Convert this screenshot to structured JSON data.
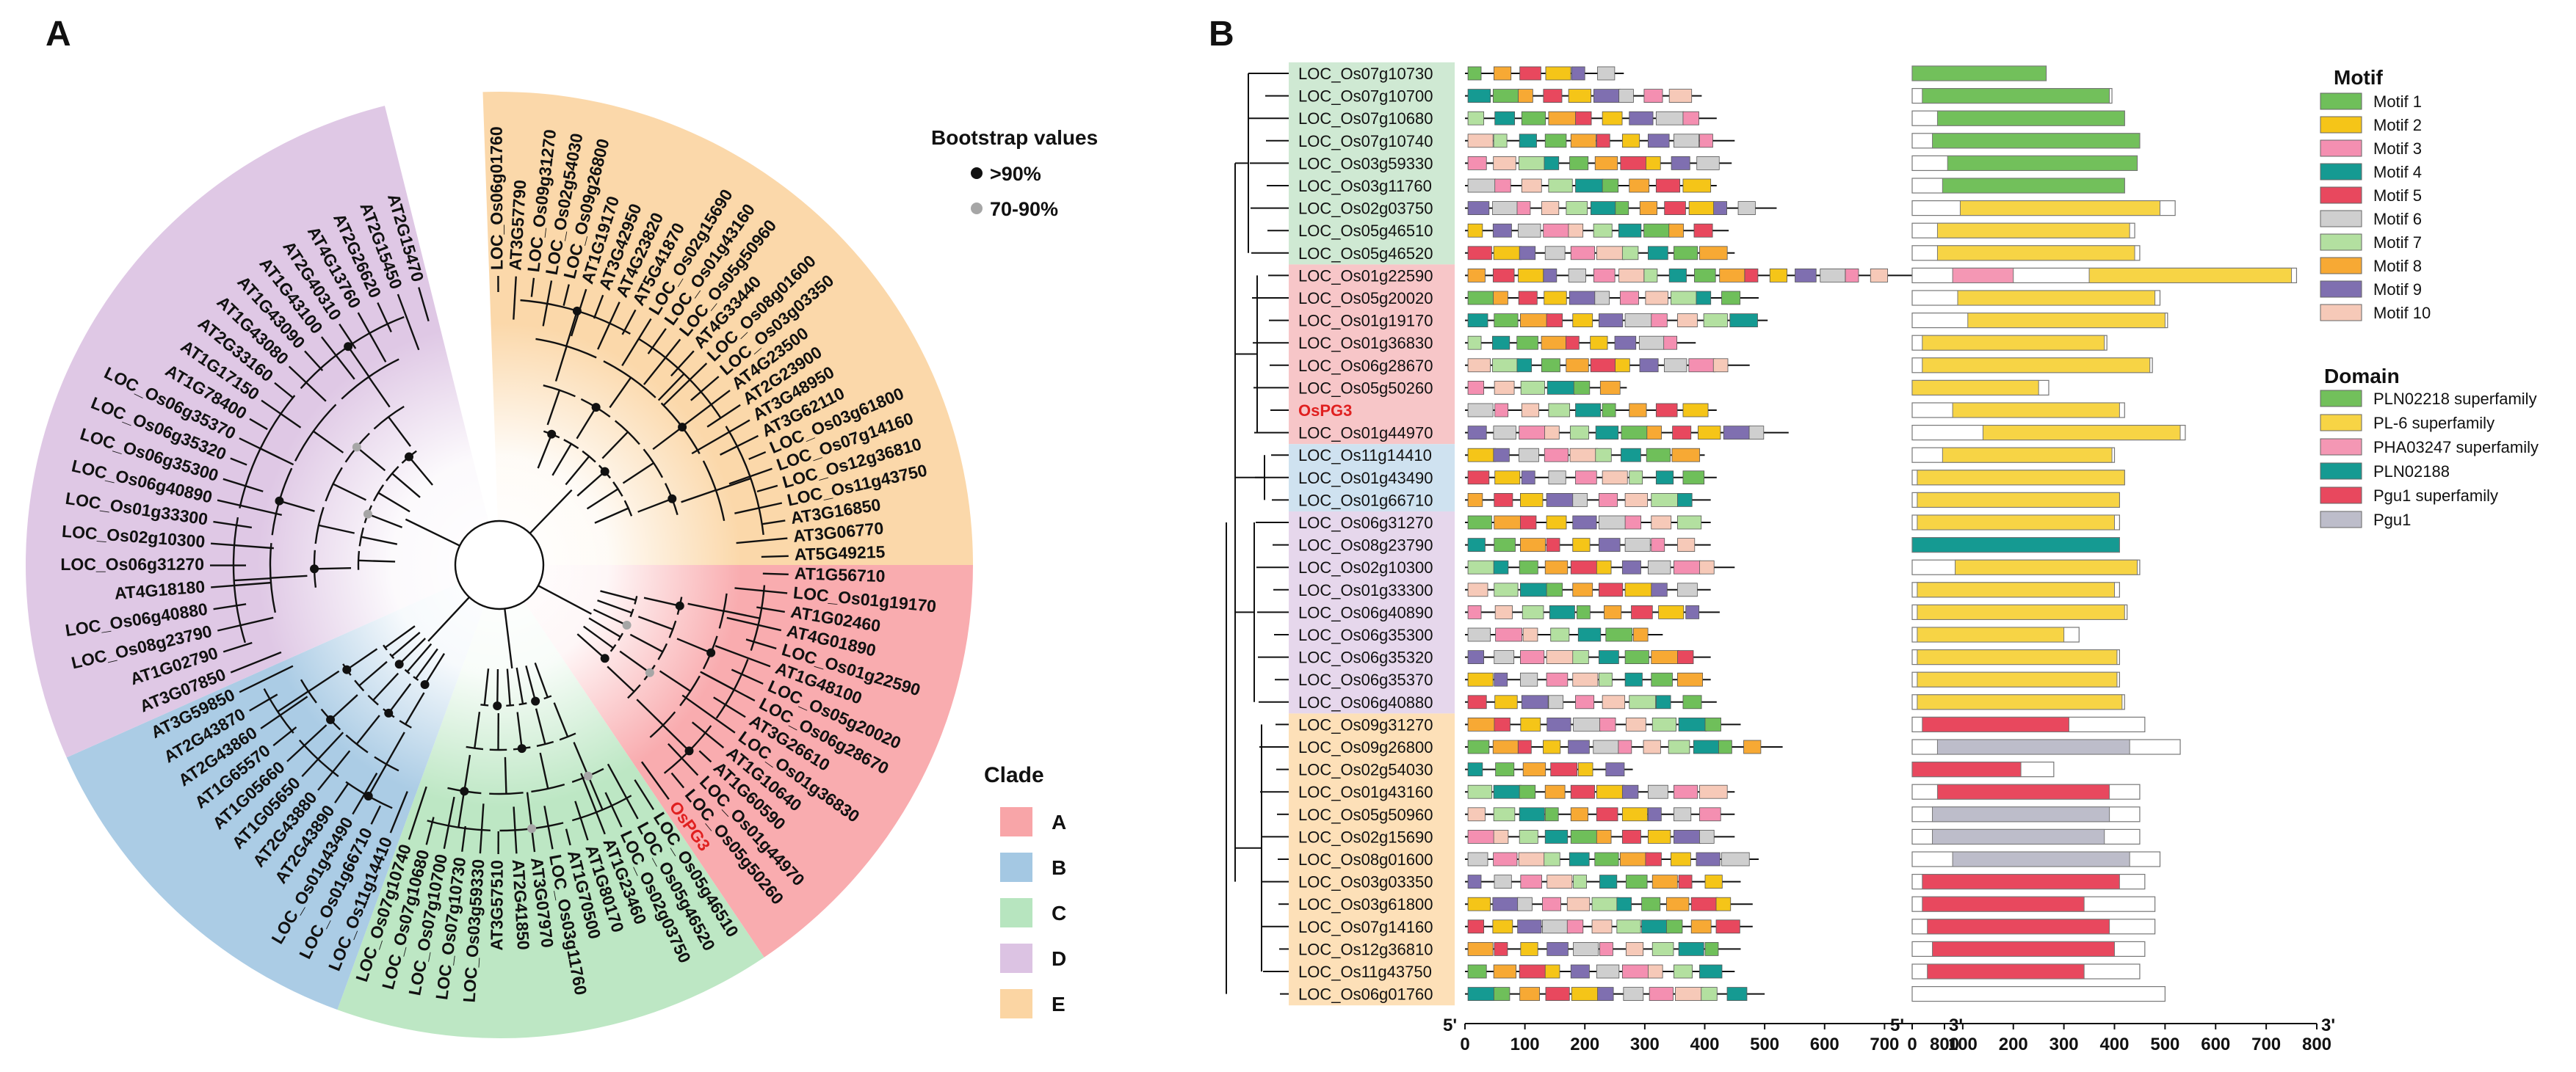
{
  "panel_a": {
    "label": "A",
    "bootstrap": {
      "title": "Bootstrap values",
      "items": [
        ">90%",
        "70-90%"
      ],
      "colors": [
        "#111111",
        "#a6a6a6"
      ]
    },
    "clade_legend": {
      "title": "Clade",
      "items": [
        {
          "name": "A",
          "color": "#f8a5a8"
        },
        {
          "name": "B",
          "color": "#a4c8e3"
        },
        {
          "name": "C",
          "color": "#b7e5bf"
        },
        {
          "name": "D",
          "color": "#dcc3e3"
        },
        {
          "name": "E",
          "color": "#fbd5a3"
        }
      ]
    },
    "sectors": [
      {
        "clade": "E",
        "leaves": [
          "LOC_Os06g01760",
          "AT3G57790",
          "LOC_Os09g31270",
          "LOC_Os02g54030",
          "LOC_Os09g26800",
          "AT1G19170",
          "AT3G42950",
          "AT4G23820",
          "AT5G41870",
          "LOC_Os02g15690",
          "LOC_Os01g43160",
          "LOC_Os05g50960",
          "AT4G33440",
          "LOC_Os08g01600",
          "LOC_Os03g03350",
          "AT4G23500",
          "AT2G23900",
          "AT3G48950",
          "AT3G62110",
          "LOC_Os03g61800",
          "LOC_Os07g14160",
          "LOC_Os12g36810",
          "LOC_Os11g43750",
          "AT3G16850",
          "AT3G06770",
          "AT5G49215"
        ]
      },
      {
        "clade": "A",
        "leaves": [
          "AT1G56710",
          "LOC_Os01g19170",
          "AT1G02460",
          "AT4G01890",
          "LOC_Os01g22590",
          "AT1G48100",
          "LOC_Os05g20020",
          "LOC_Os06g28670",
          "AT3G26610",
          "LOC_Os01g36830",
          "AT1G10640",
          "AT1G60590",
          "LOC_Os01g44970",
          "LOC_Os05g50260",
          "OsPG3"
        ]
      },
      {
        "clade": "C",
        "leaves": [
          "LOC_Os05g46510",
          "LOC_Os05g46520",
          "LOC_Os02g03750",
          "AT1G23460",
          "AT1G80170",
          "AT1G70500",
          "LOC_Os03g11760",
          "AT3G07970",
          "AT2G41850",
          "AT3G57510",
          "LOC_Os03g59330",
          "LOC_Os07g10730",
          "LOC_Os07g10700",
          "LOC_Os07g10680",
          "LOC_Os07g10740"
        ]
      },
      {
        "clade": "B",
        "leaves": [
          "LOC_Os11g14410",
          "LOC_Os01g66710",
          "LOC_Os01g43490",
          "AT2G43890",
          "AT2G43880",
          "AT1G05650",
          "AT1G05660",
          "AT1G65570",
          "AT2G43860",
          "AT2G43870",
          "AT3G59850"
        ]
      },
      {
        "clade": "D",
        "leaves": [
          "AT3G07850",
          "AT1G02790",
          "LOC_Os08g23790",
          "LOC_Os06g40880",
          "AT4G18180",
          "LOC_Os06g31270",
          "LOC_Os02g10300",
          "LOC_Os01g33300",
          "LOC_Os06g40890",
          "LOC_Os06g35300",
          "LOC_Os06g35320",
          "LOC_Os06g35370",
          "AT1G78400",
          "AT1G17150",
          "AT2G33160",
          "AT1G43080",
          "AT1G43090",
          "AT1G43100",
          "AT2G40310",
          "AT4G13760",
          "AT2G26620",
          "AT2G15450",
          "AT2G15470"
        ]
      }
    ]
  },
  "panel_b": {
    "label": "B",
    "genes": [
      {
        "name": "LOC_Os07g10730",
        "len": 265,
        "dom": [
          [
            0,
            265,
            "PLN02218"
          ]
        ]
      },
      {
        "name": "LOC_Os07g10700",
        "len": 395,
        "dom": [
          [
            20,
            390,
            "PLN02218"
          ]
        ]
      },
      {
        "name": "LOC_Os07g10680",
        "len": 420,
        "dom": [
          [
            50,
            420,
            "PLN02218"
          ]
        ]
      },
      {
        "name": "LOC_Os07g10740",
        "len": 450,
        "dom": [
          [
            40,
            450,
            "PLN02218"
          ]
        ]
      },
      {
        "name": "LOC_Os03g59330",
        "len": 445,
        "dom": [
          [
            70,
            445,
            "PLN02218"
          ]
        ]
      },
      {
        "name": "LOC_Os03g11760",
        "len": 420,
        "dom": [
          [
            60,
            420,
            "PLN02218"
          ]
        ]
      },
      {
        "name": "LOC_Os02g03750",
        "len": 520,
        "dom": [
          [
            95,
            490,
            "PL6"
          ]
        ]
      },
      {
        "name": "LOC_Os05g46510",
        "len": 440,
        "dom": [
          [
            50,
            430,
            "PL6"
          ]
        ]
      },
      {
        "name": "LOC_Os05g46520",
        "len": 450,
        "dom": [
          [
            50,
            440,
            "PL6"
          ]
        ]
      },
      {
        "name": "LOC_Os01g22590",
        "len": 760,
        "dom": [
          [
            80,
            200,
            "PHA"
          ],
          [
            350,
            750,
            "PL6"
          ]
        ]
      },
      {
        "name": "LOC_Os05g20020",
        "len": 490,
        "dom": [
          [
            90,
            480,
            "PL6"
          ]
        ]
      },
      {
        "name": "LOC_Os01g19170",
        "len": 505,
        "dom": [
          [
            110,
            500,
            "PL6"
          ]
        ]
      },
      {
        "name": "LOC_Os01g36830",
        "len": 385,
        "dom": [
          [
            20,
            380,
            "PL6"
          ]
        ]
      },
      {
        "name": "LOC_Os06g28670",
        "len": 475,
        "dom": [
          [
            20,
            470,
            "PL6"
          ]
        ]
      },
      {
        "name": "LOC_Os05g50260",
        "len": 270,
        "dom": [
          [
            0,
            250,
            "PL6"
          ]
        ]
      },
      {
        "name": "OsPG3",
        "len": 420,
        "dom": [
          [
            80,
            410,
            "PL6"
          ]
        ],
        "highlight": true
      },
      {
        "name": "LOC_Os01g44970",
        "len": 540,
        "dom": [
          [
            140,
            530,
            "PL6"
          ]
        ]
      },
      {
        "name": "LOC_Os11g14410",
        "len": 400,
        "dom": [
          [
            60,
            395,
            "PL6"
          ]
        ]
      },
      {
        "name": "LOC_Os01g43490",
        "len": 420,
        "dom": [
          [
            10,
            420,
            "PL6"
          ]
        ]
      },
      {
        "name": "LOC_Os01g66710",
        "len": 410,
        "dom": [
          [
            10,
            410,
            "PL6"
          ]
        ]
      },
      {
        "name": "LOC_Os06g31270",
        "len": 410,
        "dom": [
          [
            10,
            400,
            "PL6"
          ]
        ]
      },
      {
        "name": "LOC_Os08g23790",
        "len": 410,
        "dom": [
          [
            0,
            410,
            "PLN02188"
          ]
        ]
      },
      {
        "name": "LOC_Os02g10300",
        "len": 450,
        "dom": [
          [
            85,
            445,
            "PL6"
          ]
        ]
      },
      {
        "name": "LOC_Os01g33300",
        "len": 410,
        "dom": [
          [
            10,
            400,
            "PL6"
          ]
        ]
      },
      {
        "name": "LOC_Os06g40890",
        "len": 425,
        "dom": [
          [
            10,
            420,
            "PL6"
          ]
        ]
      },
      {
        "name": "LOC_Os06g35300",
        "len": 330,
        "dom": [
          [
            10,
            300,
            "PL6"
          ]
        ]
      },
      {
        "name": "LOC_Os06g35320",
        "len": 410,
        "dom": [
          [
            10,
            405,
            "PL6"
          ]
        ]
      },
      {
        "name": "LOC_Os06g35370",
        "len": 410,
        "dom": [
          [
            10,
            405,
            "PL6"
          ]
        ]
      },
      {
        "name": "LOC_Os06g40880",
        "len": 420,
        "dom": [
          [
            10,
            415,
            "PL6"
          ]
        ]
      },
      {
        "name": "LOC_Os09g31270",
        "len": 460,
        "dom": [
          [
            20,
            310,
            "Pgu1sf"
          ]
        ]
      },
      {
        "name": "LOC_Os09g26800",
        "len": 530,
        "dom": [
          [
            50,
            430,
            "Pgu1"
          ]
        ]
      },
      {
        "name": "LOC_Os02g54030",
        "len": 280,
        "dom": [
          [
            0,
            215,
            "Pgu1sf"
          ]
        ]
      },
      {
        "name": "LOC_Os01g43160",
        "len": 450,
        "dom": [
          [
            50,
            390,
            "Pgu1sf"
          ]
        ]
      },
      {
        "name": "LOC_Os05g50960",
        "len": 450,
        "dom": [
          [
            40,
            390,
            "Pgu1"
          ]
        ]
      },
      {
        "name": "LOC_Os02g15690",
        "len": 450,
        "dom": [
          [
            40,
            380,
            "Pgu1"
          ]
        ]
      },
      {
        "name": "LOC_Os08g01600",
        "len": 490,
        "dom": [
          [
            80,
            430,
            "Pgu1"
          ]
        ]
      },
      {
        "name": "LOC_Os03g03350",
        "len": 460,
        "dom": [
          [
            20,
            410,
            "Pgu1sf"
          ]
        ]
      },
      {
        "name": "LOC_Os03g61800",
        "len": 480,
        "dom": [
          [
            20,
            340,
            "Pgu1sf"
          ]
        ]
      },
      {
        "name": "LOC_Os07g14160",
        "len": 480,
        "dom": [
          [
            30,
            390,
            "Pgu1sf"
          ]
        ]
      },
      {
        "name": "LOC_Os12g36810",
        "len": 460,
        "dom": [
          [
            40,
            400,
            "Pgu1sf"
          ]
        ]
      },
      {
        "name": "LOC_Os11g43750",
        "len": 450,
        "dom": [
          [
            30,
            340,
            "Pgu1sf"
          ]
        ]
      },
      {
        "name": "LOC_Os06g01760",
        "len": 500,
        "dom": []
      }
    ],
    "clade_bands": [
      {
        "from": 0,
        "to": 8,
        "color": "#cfe9d3"
      },
      {
        "from": 9,
        "to": 16,
        "color": "#f7c6c8"
      },
      {
        "from": 17,
        "to": 19,
        "color": "#cfe2f0"
      },
      {
        "from": 20,
        "to": 28,
        "color": "#e6d7ec"
      },
      {
        "from": 29,
        "to": 41,
        "color": "#fde0b8"
      }
    ],
    "axis": {
      "ticks": [
        "0",
        "100",
        "200",
        "300",
        "400",
        "500",
        "600",
        "700",
        "800"
      ],
      "left_end": "5'",
      "right_end": "3'"
    },
    "motif_legend": {
      "title": "Motif",
      "items": [
        {
          "name": "Motif 1",
          "color": "#6fbf5a"
        },
        {
          "name": "Motif 2",
          "color": "#f5c518"
        },
        {
          "name": "Motif 3",
          "color": "#f48fb1"
        },
        {
          "name": "Motif 4",
          "color": "#159a92"
        },
        {
          "name": "Motif 5",
          "color": "#e8485e"
        },
        {
          "name": "Motif 6",
          "color": "#cfcfcf"
        },
        {
          "name": "Motif 7",
          "color": "#b3e0a0"
        },
        {
          "name": "Motif 8",
          "color": "#f7a934"
        },
        {
          "name": "Motif 9",
          "color": "#7f6fb0"
        },
        {
          "name": "Motif 10",
          "color": "#f6c9b8"
        }
      ]
    },
    "domain_legend": {
      "title": "Domain",
      "items": [
        {
          "key": "PLN02218",
          "name": "PLN02218 superfamily",
          "color": "#72c05b"
        },
        {
          "key": "PL6",
          "name": "PL-6 superfamily",
          "color": "#f7d445"
        },
        {
          "key": "PHA",
          "name": "PHA03247 superfamily",
          "color": "#f497b4"
        },
        {
          "key": "PLN02188",
          "name": "PLN02188",
          "color": "#159a92"
        },
        {
          "key": "Pgu1sf",
          "name": "Pgu1 superfamily",
          "color": "#e8485e"
        },
        {
          "key": "Pgu1",
          "name": "Pgu1",
          "color": "#bdbdca"
        }
      ]
    }
  }
}
